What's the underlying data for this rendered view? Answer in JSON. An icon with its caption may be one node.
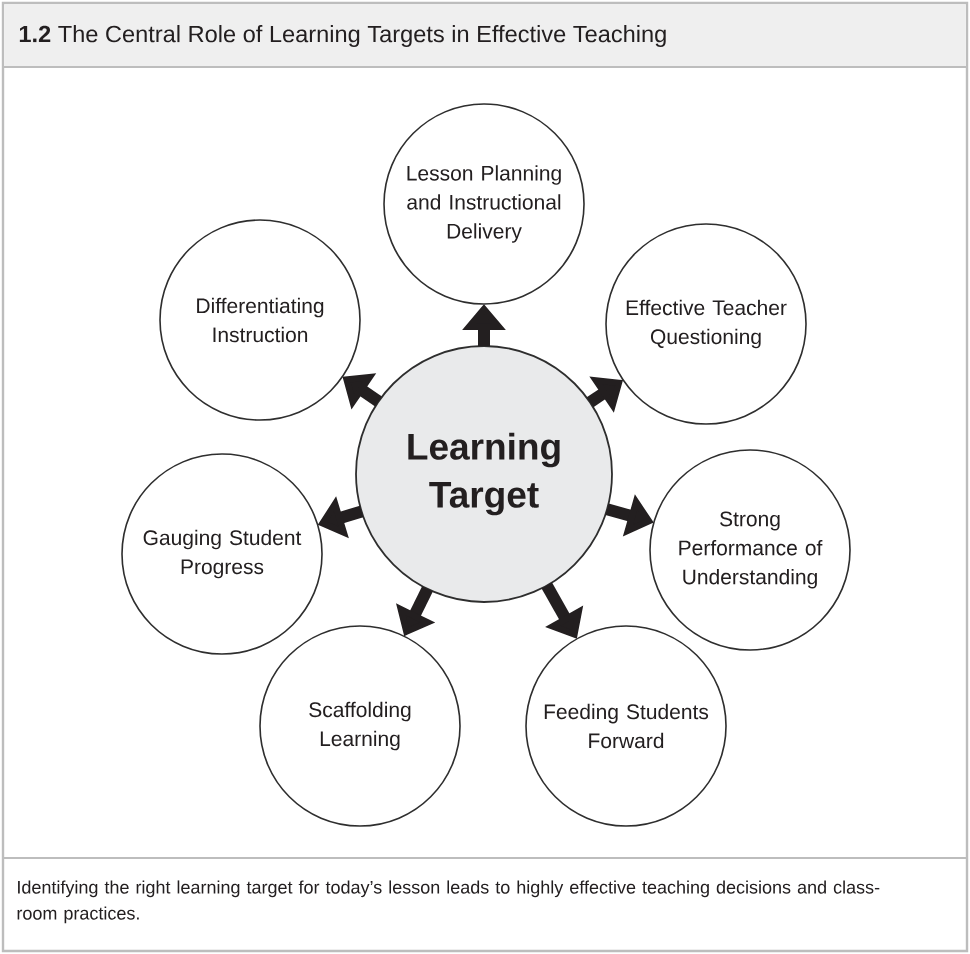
{
  "diagram": {
    "title": "**1.2** The Central Role of Learning Targets in Effective Teaching",
    "nodes": [
      {
        "text": [
          "Learning Target"
        ]
      },
      {
        "text": [
          "Lesson Planning and Instructional Delivery"
        ]
      },
      {
        "text": [
          "Effective Teacher Questioning"
        ]
      },
      {
        "text": [
          "Strong Performance of Understanding"
        ]
      },
      {
        "text": [
          "Feeding Students Forward"
        ]
      },
      {
        "text": [
          "Scaffolding Learning"
        ]
      },
      {
        "text": [
          "Gauging Student Progress"
        ]
      },
      {
        "text": [
          "Differentiating Instruction"
        ]
      }
    ],
    "edges": [
      {
        "from": 0,
        "to": 1,
        "arrow": "to"
      },
      {
        "from": 0,
        "to": 2,
        "arrow": "to"
      },
      {
        "from": 0,
        "to": 3,
        "arrow": "to"
      },
      {
        "from": 0,
        "to": 4,
        "arrow": "to"
      },
      {
        "from": 0,
        "to": 5,
        "arrow": "to"
      },
      {
        "from": 0,
        "to": 6,
        "arrow": "to"
      },
      {
        "from": 0,
        "to": 7,
        "arrow": "to"
      }
    ],
    "caption": "Identifying the right learning target for today’s lesson leads to highly effective teaching decisions and class-room practices."
  }
}
